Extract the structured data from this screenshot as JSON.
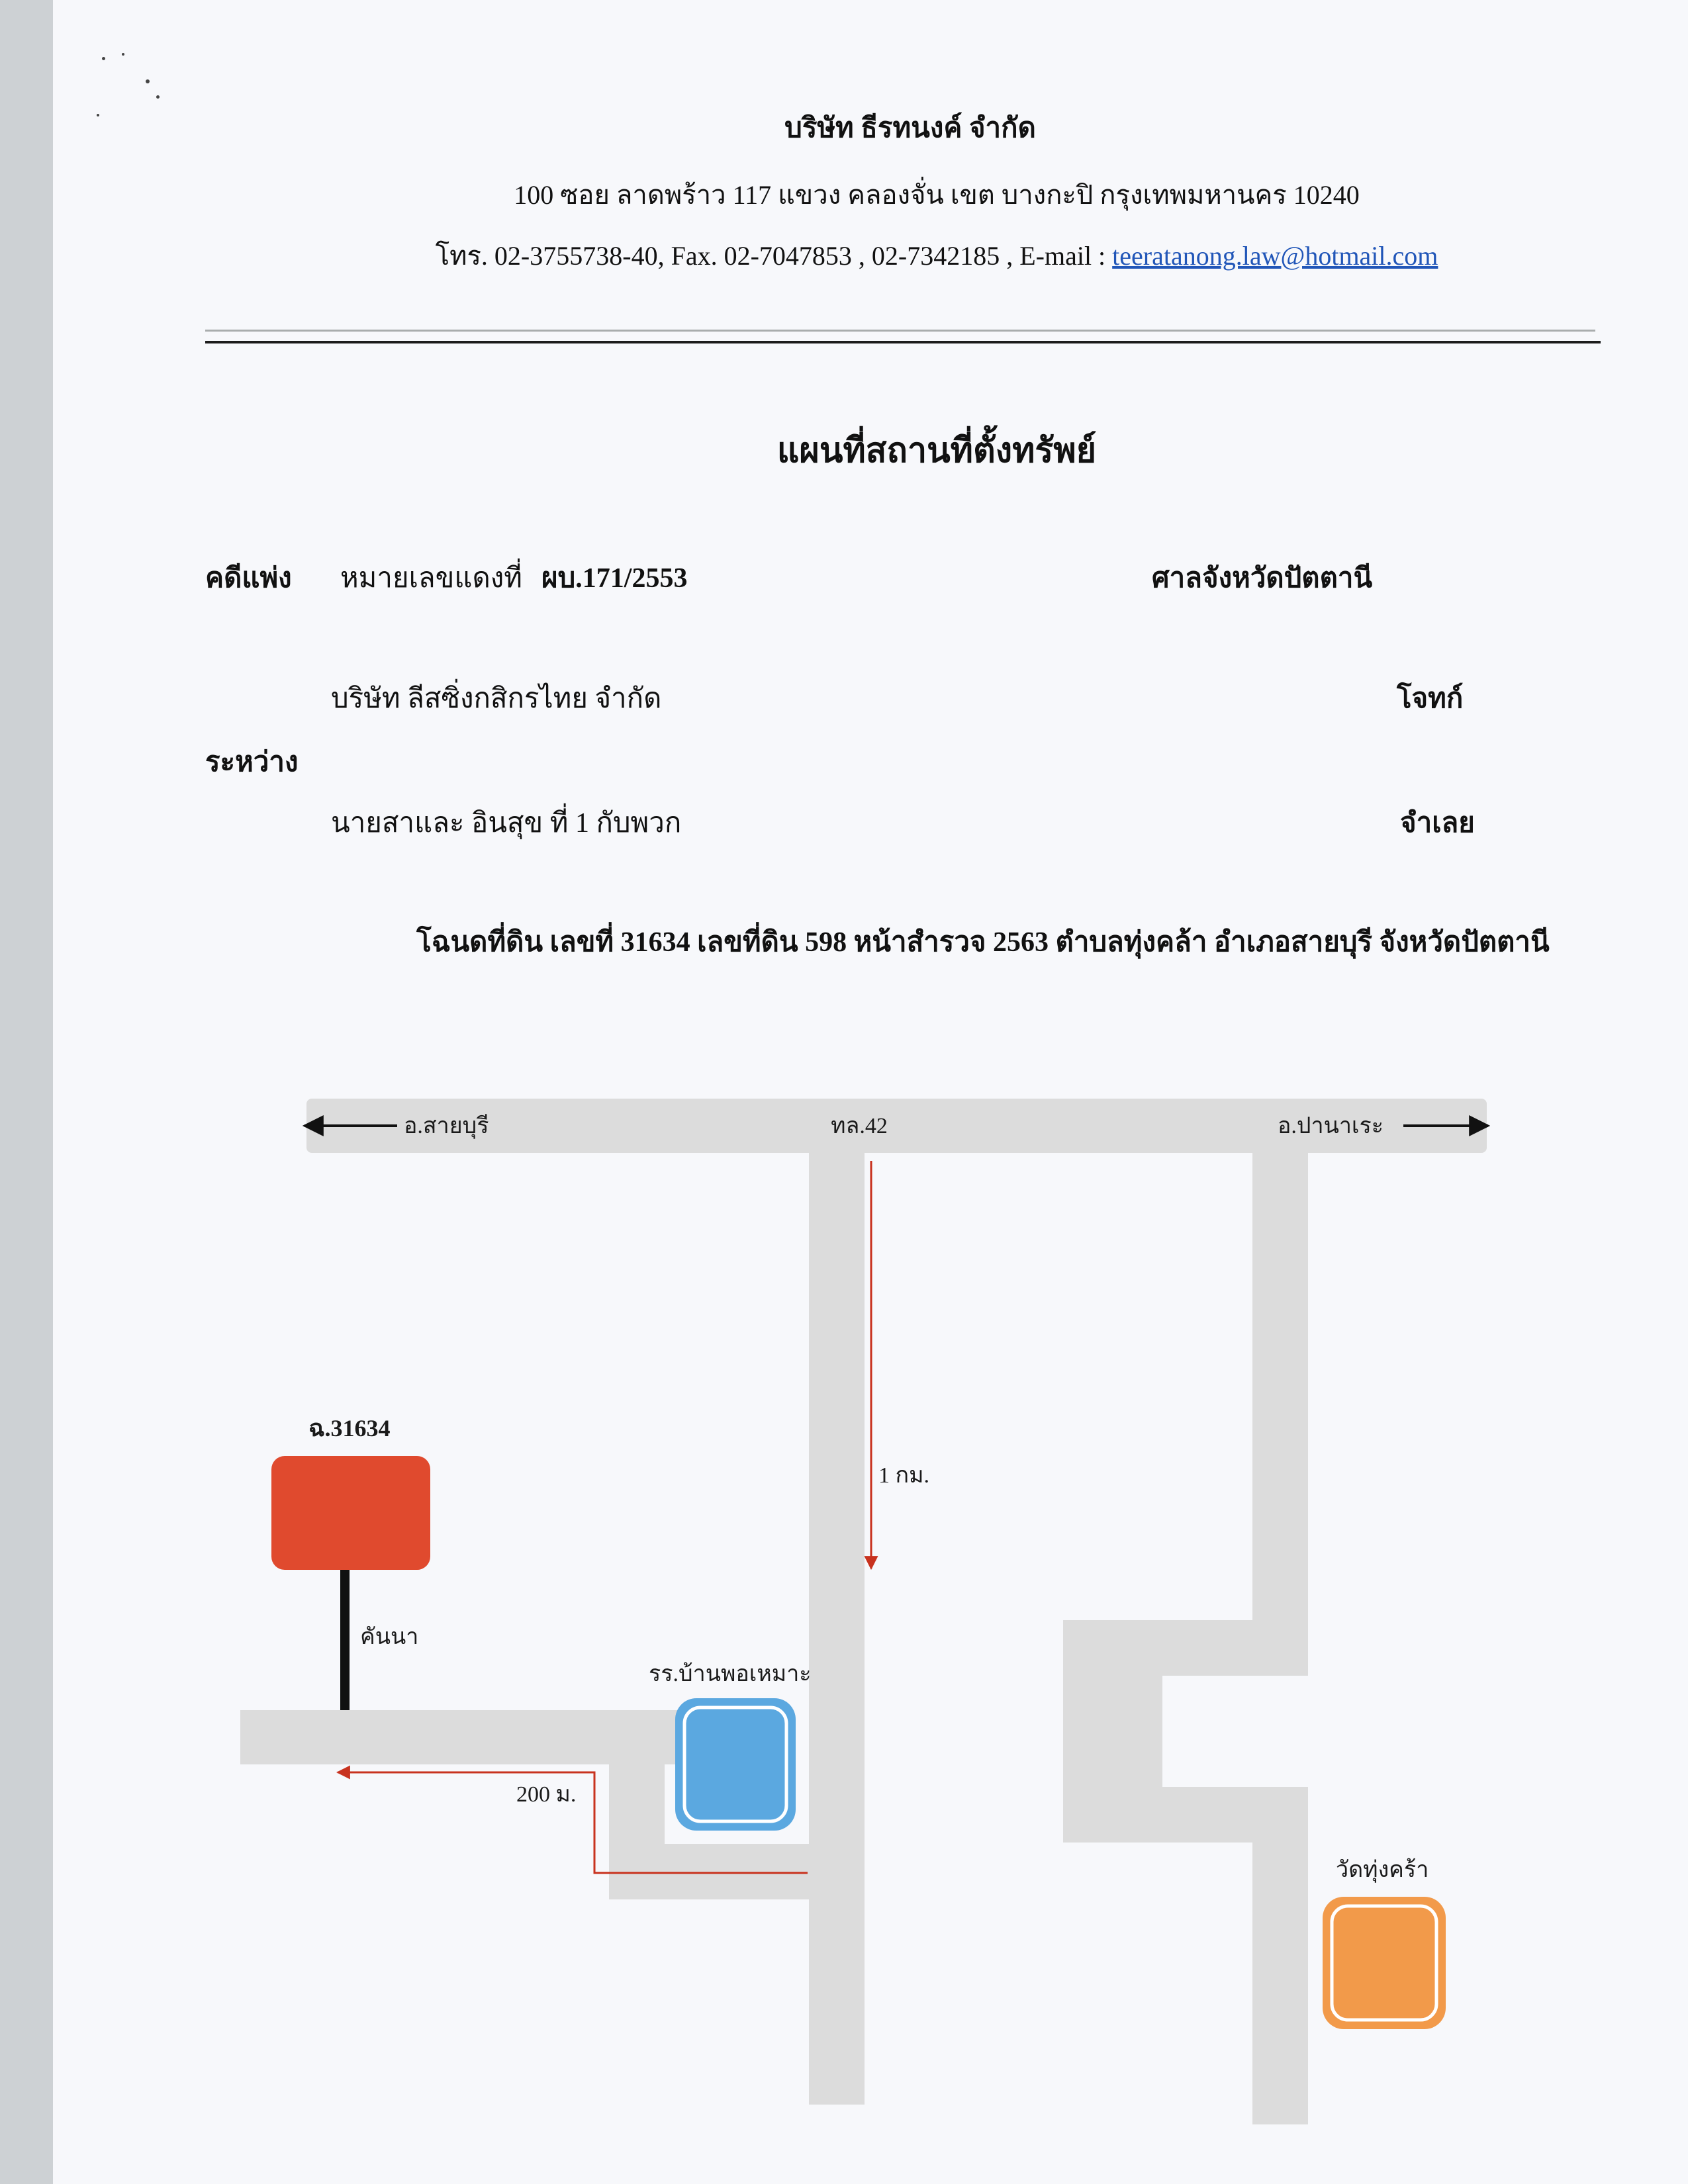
{
  "header": {
    "company_name": "บริษัท ธีรทนงค์ จำกัด",
    "address": "100 ซอย ลาดพร้าว 117 แขวง คลองจั่น เขต บางกะปิ กรุงเทพมหานคร 10240",
    "contact_prefix": "โทร. 02-3755738-40, Fax. 02-7047853 , 02-7342185 , E-mail : ",
    "email": "teeratanong.law@hotmail.com"
  },
  "title": "แผนที่สถานที่ตั้งทรัพย์",
  "case": {
    "type_label": "คดีแพ่ง",
    "number_label": "หมายเลขแดงที่",
    "number_value": "ผบ.171/2553",
    "court": "ศาลจังหวัดปัตตานี",
    "between_label": "ระหว่าง",
    "plaintiff": "บริษัท ลีสซิ่งกสิกรไทย จำกัด",
    "plaintiff_role": "โจทก์",
    "defendant": "นายสาและ อินสุข ที่ 1 กับพวก",
    "defendant_role": "จำเลย"
  },
  "deed_line": "โฉนดที่ดิน เลขที่ 31634 เลขที่ดิน 598 หน้าสำรวจ 2563 ตำบลทุ่งคล้า อำเภอสายบุรี จังหวัดปัตตานี",
  "map": {
    "road_west_label": "อ.สายบุรี",
    "road_name": "ทล.42",
    "road_east_label": "อ.ปานาเระ",
    "distance_main": "1 กม.",
    "plot_label": "ฉ.31634",
    "path_label": "คันนา",
    "school_label": "รร.บ้านพอเหมาะ",
    "distance_side": "200 ม.",
    "temple_label": "วัดทุ่งคร้า",
    "colors": {
      "road": "#dcdcdc",
      "route": "#c8321e",
      "plot": "#e04a2e",
      "school": "#5ba8e0",
      "temple": "#f29a4a",
      "path": "#111111"
    }
  }
}
